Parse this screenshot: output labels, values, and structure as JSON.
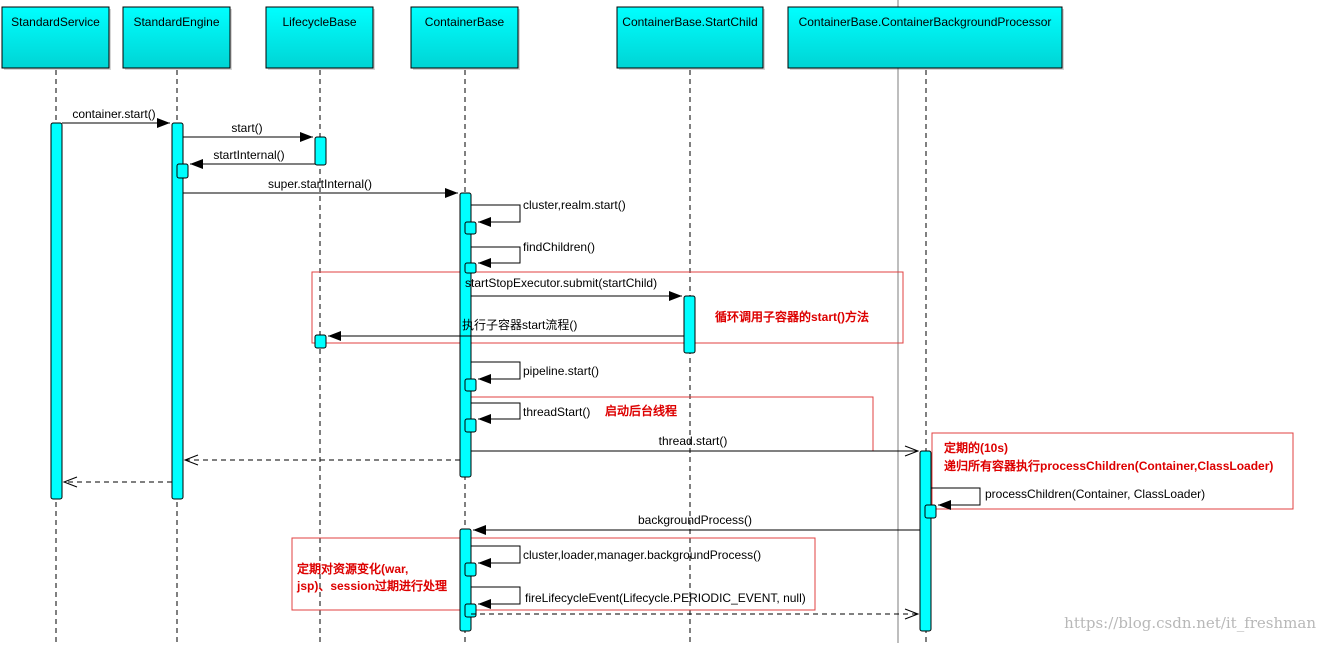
{
  "colors": {
    "header_fill": "#00ffff",
    "header_fill_dark": "#00d8d8",
    "activation_fill": "#00ffff",
    "note_border": "#dd3333",
    "note_text": "#dd0000",
    "line": "#000000"
  },
  "participants": [
    {
      "id": "standard-service",
      "label": "StandardService"
    },
    {
      "id": "standard-engine",
      "label": "StandardEngine"
    },
    {
      "id": "lifecycle-base",
      "label": "LifecycleBase"
    },
    {
      "id": "container-base",
      "label": "ContainerBase"
    },
    {
      "id": "start-child",
      "label": "ContainerBase.StartChild"
    },
    {
      "id": "background-processor",
      "label": "ContainerBase.ContainerBackgroundProcessor"
    }
  ],
  "messages": [
    {
      "id": "container-start",
      "label": "container.start()"
    },
    {
      "id": "start",
      "label": "start()"
    },
    {
      "id": "start-internal",
      "label": "startInternal()"
    },
    {
      "id": "super-start-internal",
      "label": "super.startInternal()"
    },
    {
      "id": "cluster-realm-start",
      "label": "cluster,realm.start()"
    },
    {
      "id": "find-children",
      "label": "findChildren()"
    },
    {
      "id": "submit-start-child",
      "label": "startStopExecutor.submit(startChild)"
    },
    {
      "id": "child-start-flow",
      "label": "执行子容器start流程()"
    },
    {
      "id": "pipeline-start",
      "label": "pipeline.start()"
    },
    {
      "id": "thread-start-self",
      "label": "threadStart()"
    },
    {
      "id": "thread-start",
      "label": "thread.start()"
    },
    {
      "id": "process-children",
      "label": "processChildren(Container, ClassLoader)"
    },
    {
      "id": "background-process",
      "label": "backgroundProcess()"
    },
    {
      "id": "cluster-loader-manager",
      "label": "cluster,loader,manager.backgroundProcess()"
    },
    {
      "id": "fire-lifecycle-event",
      "label": "fireLifecycleEvent(Lifecycle.PERIODIC_EVENT, null)"
    }
  ],
  "notes": {
    "loop_children": "循环调用子容器的start()方法",
    "start_thread": "启动后台线程",
    "periodic_line1": "定期的(10s)",
    "periodic_line2": "递归所有容器执行processChildren(Container,ClassLoader)",
    "resource_line1": "定期对资源变化(war,",
    "resource_line2": "jsp)、session过期进行处理"
  },
  "watermark": "https://blog.csdn.net/it_freshman"
}
